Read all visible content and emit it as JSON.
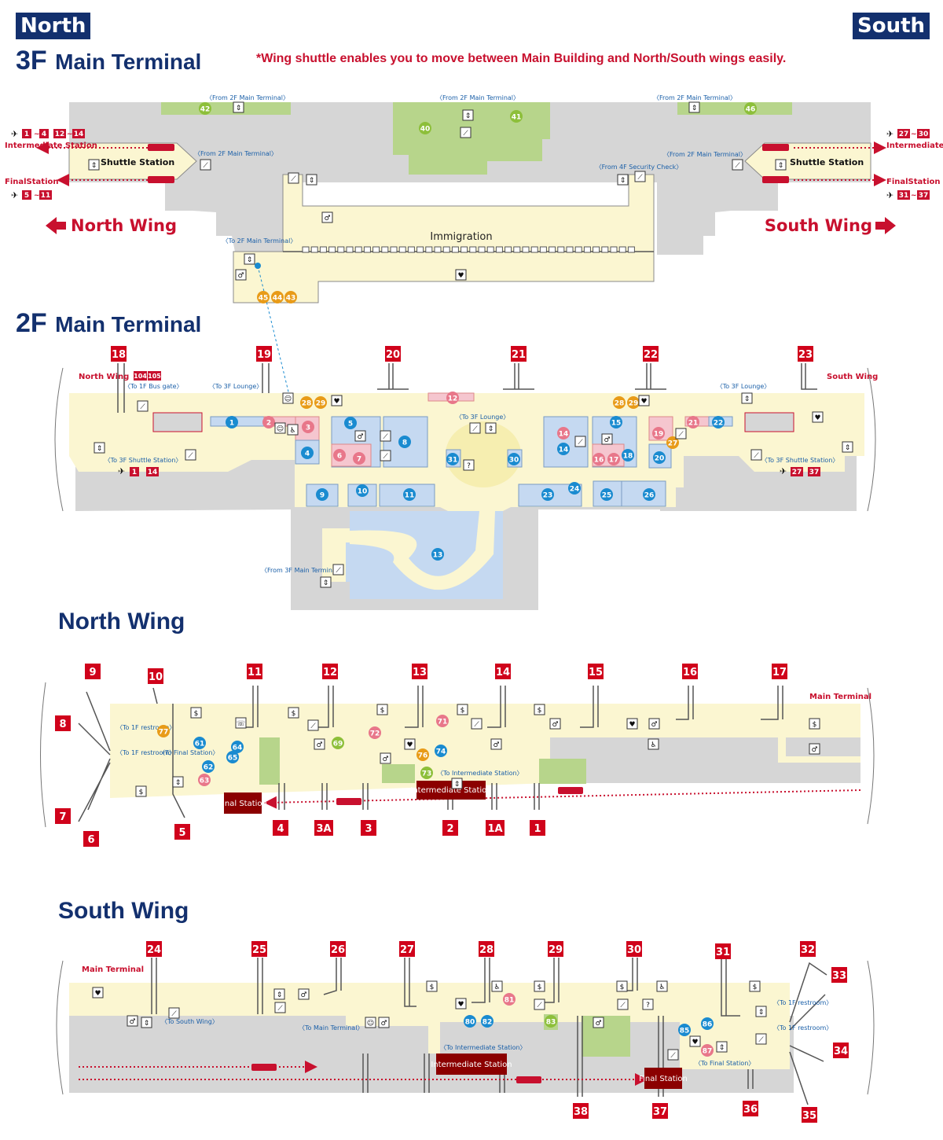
{
  "header": {
    "north_label": "North",
    "south_label": "South"
  },
  "notice": "*Wing shuttle enables you to move between Main Building and North/South wings easily.",
  "colors": {
    "navy": "#13306e",
    "red": "#c8102e",
    "floor": "#fbf6d1",
    "shop_blue": "#c5d9f1",
    "green_area": "#b7d58b",
    "gray_area": "#d6d6d6",
    "pink_area": "#f5c6cf"
  },
  "floor3": {
    "title_level": "3F",
    "title_name": "Main Terminal",
    "immigration": "Immigration",
    "north_wing": "North Wing",
    "south_wing": "South Wing",
    "shuttle_station": "Shuttle Station",
    "intermediate_station": "Intermediate Station",
    "final_station": "FinalStation",
    "from_2f_main": "〈From 2F Main Terminal〉",
    "from_4f_security": "〈From 4F Security Check〉",
    "to_2f_main": "〈To 2F Main Terminal〉",
    "north_gates_intermediate": [
      "1",
      "4",
      "12",
      "14"
    ],
    "north_gates_final": [
      "5",
      "11"
    ],
    "south_gates_intermediate": [
      "27",
      "30"
    ],
    "south_gates_final": [
      "31",
      "37"
    ],
    "tilde": "~",
    "aed": "AED",
    "shops": [
      {
        "id": "42",
        "color": "green"
      },
      {
        "id": "40",
        "color": "green"
      },
      {
        "id": "41",
        "color": "green"
      },
      {
        "id": "46",
        "color": "green"
      },
      {
        "id": "45",
        "color": "orange"
      },
      {
        "id": "44",
        "color": "orange"
      },
      {
        "id": "43",
        "color": "orange"
      }
    ]
  },
  "floor2": {
    "title_level": "2F",
    "title_name": "Main Terminal",
    "north_wing": "North Wing",
    "south_wing": "South Wing",
    "to_1f_bus_gate": "〈To 1F Bus gate〉",
    "bus_gates": [
      "104",
      "105"
    ],
    "to_3f_lounge": "〈To 3F Lounge〉",
    "to_3f_shuttle": "〈To 3F Shuttle Station〉",
    "from_3f_main": "〈From 3F Main Terminal〉",
    "north_range": [
      "1",
      "14"
    ],
    "south_range": [
      "27",
      "37"
    ],
    "gates": [
      "18",
      "19",
      "20",
      "21",
      "22",
      "23"
    ],
    "shops": [
      {
        "id": "1",
        "color": "blue"
      },
      {
        "id": "2",
        "color": "pink"
      },
      {
        "id": "3",
        "color": "pink"
      },
      {
        "id": "4",
        "color": "blue"
      },
      {
        "id": "5",
        "color": "blue"
      },
      {
        "id": "6",
        "color": "pink"
      },
      {
        "id": "7",
        "color": "pink"
      },
      {
        "id": "8",
        "color": "blue"
      },
      {
        "id": "9",
        "color": "blue"
      },
      {
        "id": "10",
        "color": "blue"
      },
      {
        "id": "11",
        "color": "blue"
      },
      {
        "id": "12",
        "color": "pink"
      },
      {
        "id": "13",
        "color": "blue"
      },
      {
        "id": "14",
        "color": "pink"
      },
      {
        "id": "14",
        "color": "blue"
      },
      {
        "id": "15",
        "color": "blue"
      },
      {
        "id": "16",
        "color": "pink"
      },
      {
        "id": "17",
        "color": "pink"
      },
      {
        "id": "18",
        "color": "blue"
      },
      {
        "id": "19",
        "color": "pink"
      },
      {
        "id": "20",
        "color": "blue"
      },
      {
        "id": "21",
        "color": "pink"
      },
      {
        "id": "22",
        "color": "blue"
      },
      {
        "id": "23",
        "color": "blue"
      },
      {
        "id": "24",
        "color": "blue"
      },
      {
        "id": "25",
        "color": "blue"
      },
      {
        "id": "26",
        "color": "blue"
      },
      {
        "id": "27",
        "color": "orange"
      },
      {
        "id": "28",
        "color": "orange"
      },
      {
        "id": "29",
        "color": "orange"
      },
      {
        "id": "28",
        "color": "orange"
      },
      {
        "id": "29",
        "color": "orange"
      },
      {
        "id": "30",
        "color": "blue"
      },
      {
        "id": "31",
        "color": "blue"
      }
    ]
  },
  "north_wing": {
    "title": "North Wing",
    "main_terminal": "Main Terminal",
    "to_1f_restroom": "〈To 1F restroom〉",
    "to_final_station": "〈To Final Station〉",
    "to_intermediate_station": "〈To Intermediate Station〉",
    "final_station": "Final Station",
    "intermediate_station": "Intermediate Station",
    "gates": [
      "9",
      "10",
      "11",
      "12",
      "13",
      "14",
      "15",
      "16",
      "17",
      "8",
      "7",
      "6",
      "5",
      "4",
      "3A",
      "3",
      "2",
      "1A",
      "1"
    ],
    "shops": [
      {
        "id": "77",
        "color": "orange"
      },
      {
        "id": "61",
        "color": "blue"
      },
      {
        "id": "64",
        "color": "blue"
      },
      {
        "id": "62",
        "color": "blue"
      },
      {
        "id": "65",
        "color": "blue"
      },
      {
        "id": "63",
        "color": "pink"
      },
      {
        "id": "69",
        "color": "green"
      },
      {
        "id": "72",
        "color": "pink"
      },
      {
        "id": "71",
        "color": "pink"
      },
      {
        "id": "74",
        "color": "blue"
      },
      {
        "id": "76",
        "color": "orange"
      },
      {
        "id": "73",
        "color": "green"
      }
    ]
  },
  "south_wing": {
    "title": "South Wing",
    "main_terminal": "Main Terminal",
    "to_south_wing": "〈To South Wing〉",
    "to_main_terminal": "〈To Main Terminal〉",
    "to_intermediate_station": "〈To Intermediate Station〉",
    "to_final_station": "〈To Final Station〉",
    "to_1f_restroom": "〈To 1F restroom〉",
    "intermediate_station": "Intermediate Station",
    "final_station": "Final Station",
    "gates": [
      "24",
      "25",
      "26",
      "27",
      "28",
      "29",
      "30",
      "31",
      "32",
      "33",
      "34",
      "35",
      "36",
      "37",
      "38"
    ],
    "shops": [
      {
        "id": "81",
        "color": "pink"
      },
      {
        "id": "80",
        "color": "blue"
      },
      {
        "id": "82",
        "color": "blue"
      },
      {
        "id": "83",
        "color": "green"
      },
      {
        "id": "85",
        "color": "blue"
      },
      {
        "id": "86",
        "color": "blue"
      },
      {
        "id": "87",
        "color": "pink"
      }
    ]
  }
}
